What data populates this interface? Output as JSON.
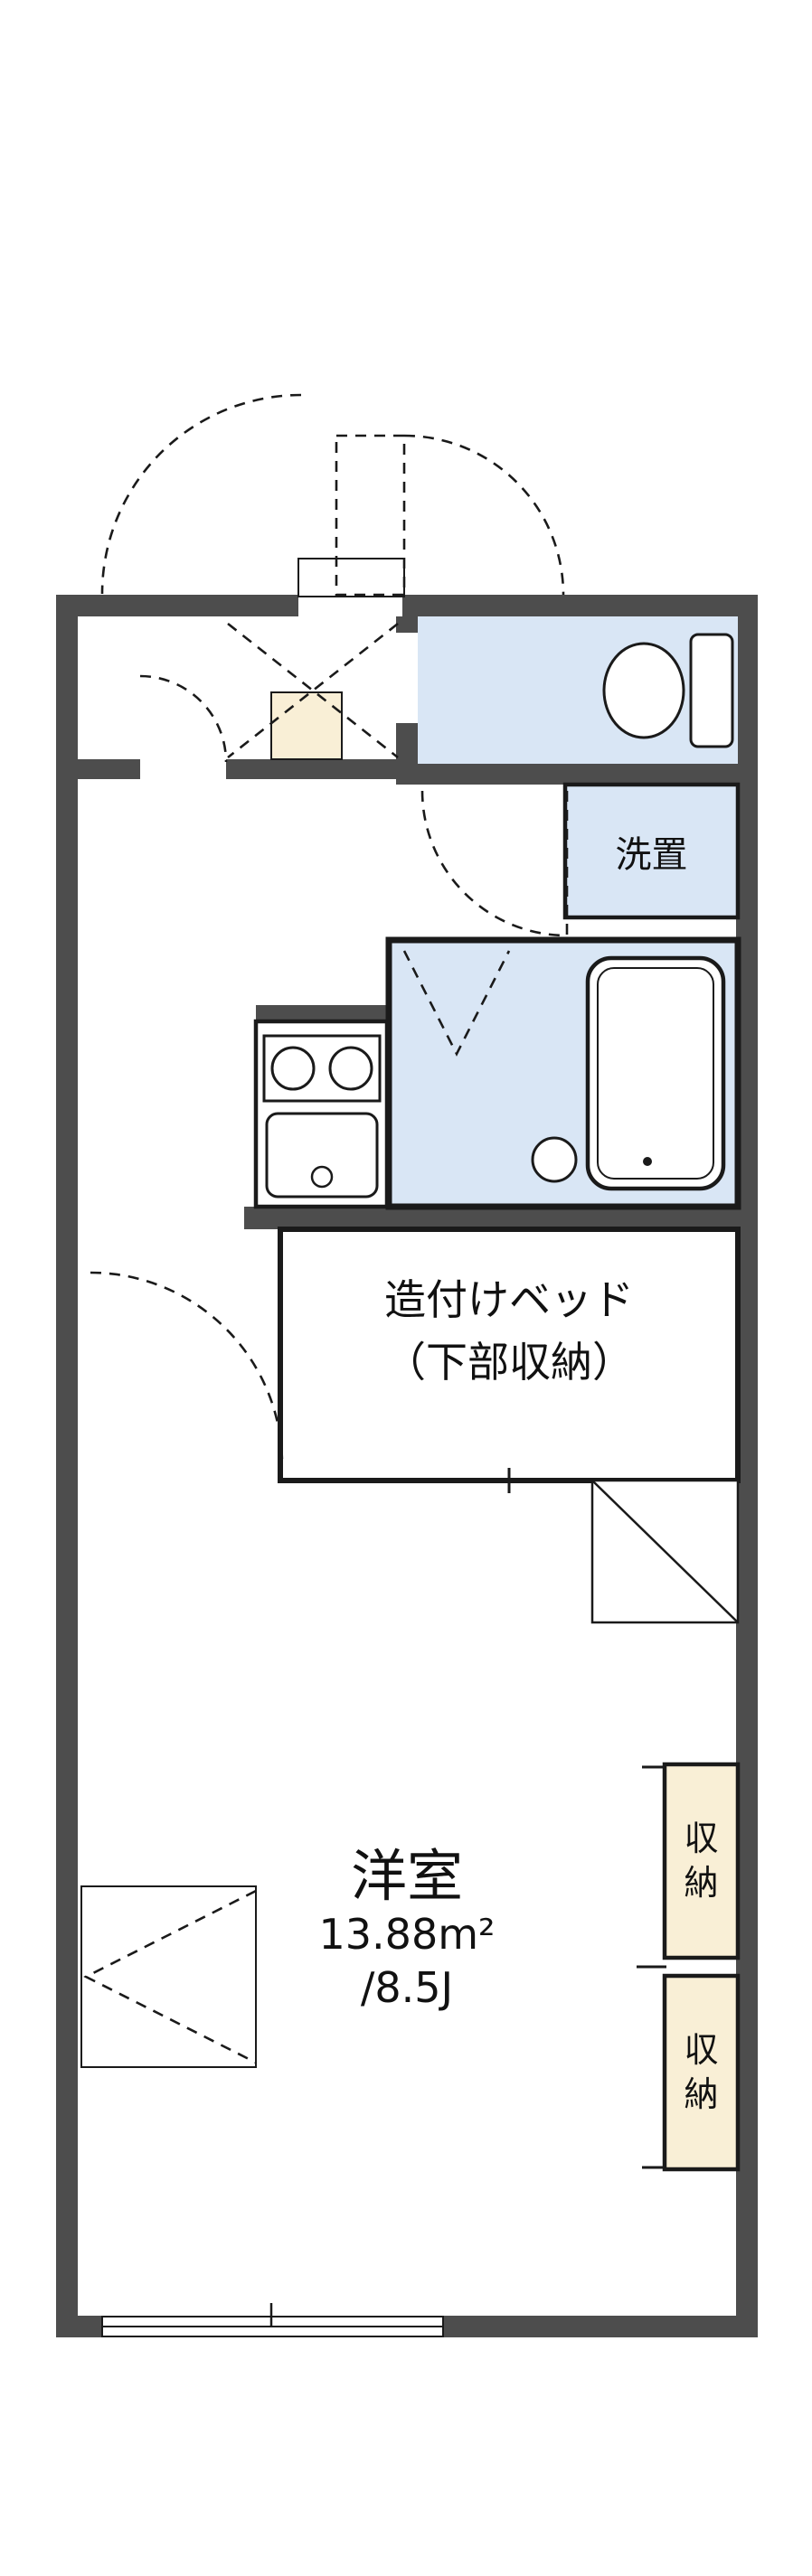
{
  "colors": {
    "bg": "#ffffff",
    "wall": "#4d4d4d",
    "water": "#d9e6f5",
    "cream": "#f9efd6",
    "line": "#1a1a1a"
  },
  "rooms": {
    "western_room": {
      "name": "洋室",
      "area_sqm": "13.88m²",
      "area_tatami": "/8.5J"
    },
    "built_in_bed": {
      "label_line1": "造付けベッド",
      "label_line2": "（下部収納）"
    },
    "washer_space": {
      "label": "洗置"
    },
    "storage_upper": {
      "label": "収納"
    },
    "storage_lower": {
      "label": "収納"
    }
  },
  "fixtures": {
    "toilet": "toilet-icon",
    "bathtub": "bathtub-icon",
    "stove": "stove-burners-icon",
    "sink": "kitchen-sink-icon",
    "drain": "floor-drain-icon"
  }
}
